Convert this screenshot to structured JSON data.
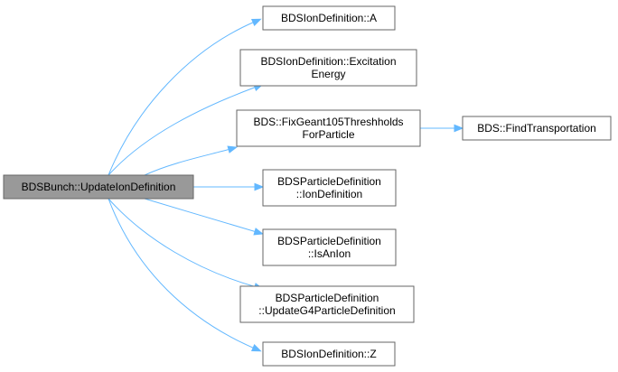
{
  "colors": {
    "node_fill": "#ffffff",
    "root_fill": "#999999",
    "node_border": "#666666",
    "edge": "#63b8ff"
  },
  "nodes": [
    {
      "id": "root",
      "lines": [
        "BDSBunch::UpdateIonDefinition"
      ],
      "root": true
    },
    {
      "id": "a",
      "lines": [
        "BDSIonDefinition::A"
      ]
    },
    {
      "id": "excitation",
      "lines": [
        "BDSIonDefinition::Excitation",
        "Energy"
      ]
    },
    {
      "id": "fixgeant",
      "lines": [
        "BDS::FixGeant105Threshholds",
        "ForParticle"
      ]
    },
    {
      "id": "findtransport",
      "lines": [
        "BDS::FindTransportation"
      ]
    },
    {
      "id": "iondef",
      "lines": [
        "BDSParticleDefinition",
        "::IonDefinition"
      ]
    },
    {
      "id": "isanion",
      "lines": [
        "BDSParticleDefinition",
        "::IsAnIon"
      ]
    },
    {
      "id": "updateg4",
      "lines": [
        "BDSParticleDefinition",
        "::UpdateG4ParticleDefinition"
      ]
    },
    {
      "id": "z",
      "lines": [
        "BDSIonDefinition::Z"
      ]
    }
  ],
  "edges": [
    {
      "from": "root",
      "to": "a"
    },
    {
      "from": "root",
      "to": "excitation"
    },
    {
      "from": "root",
      "to": "fixgeant"
    },
    {
      "from": "root",
      "to": "iondef"
    },
    {
      "from": "root",
      "to": "isanion"
    },
    {
      "from": "root",
      "to": "updateg4"
    },
    {
      "from": "root",
      "to": "z"
    },
    {
      "from": "fixgeant",
      "to": "findtransport"
    }
  ]
}
